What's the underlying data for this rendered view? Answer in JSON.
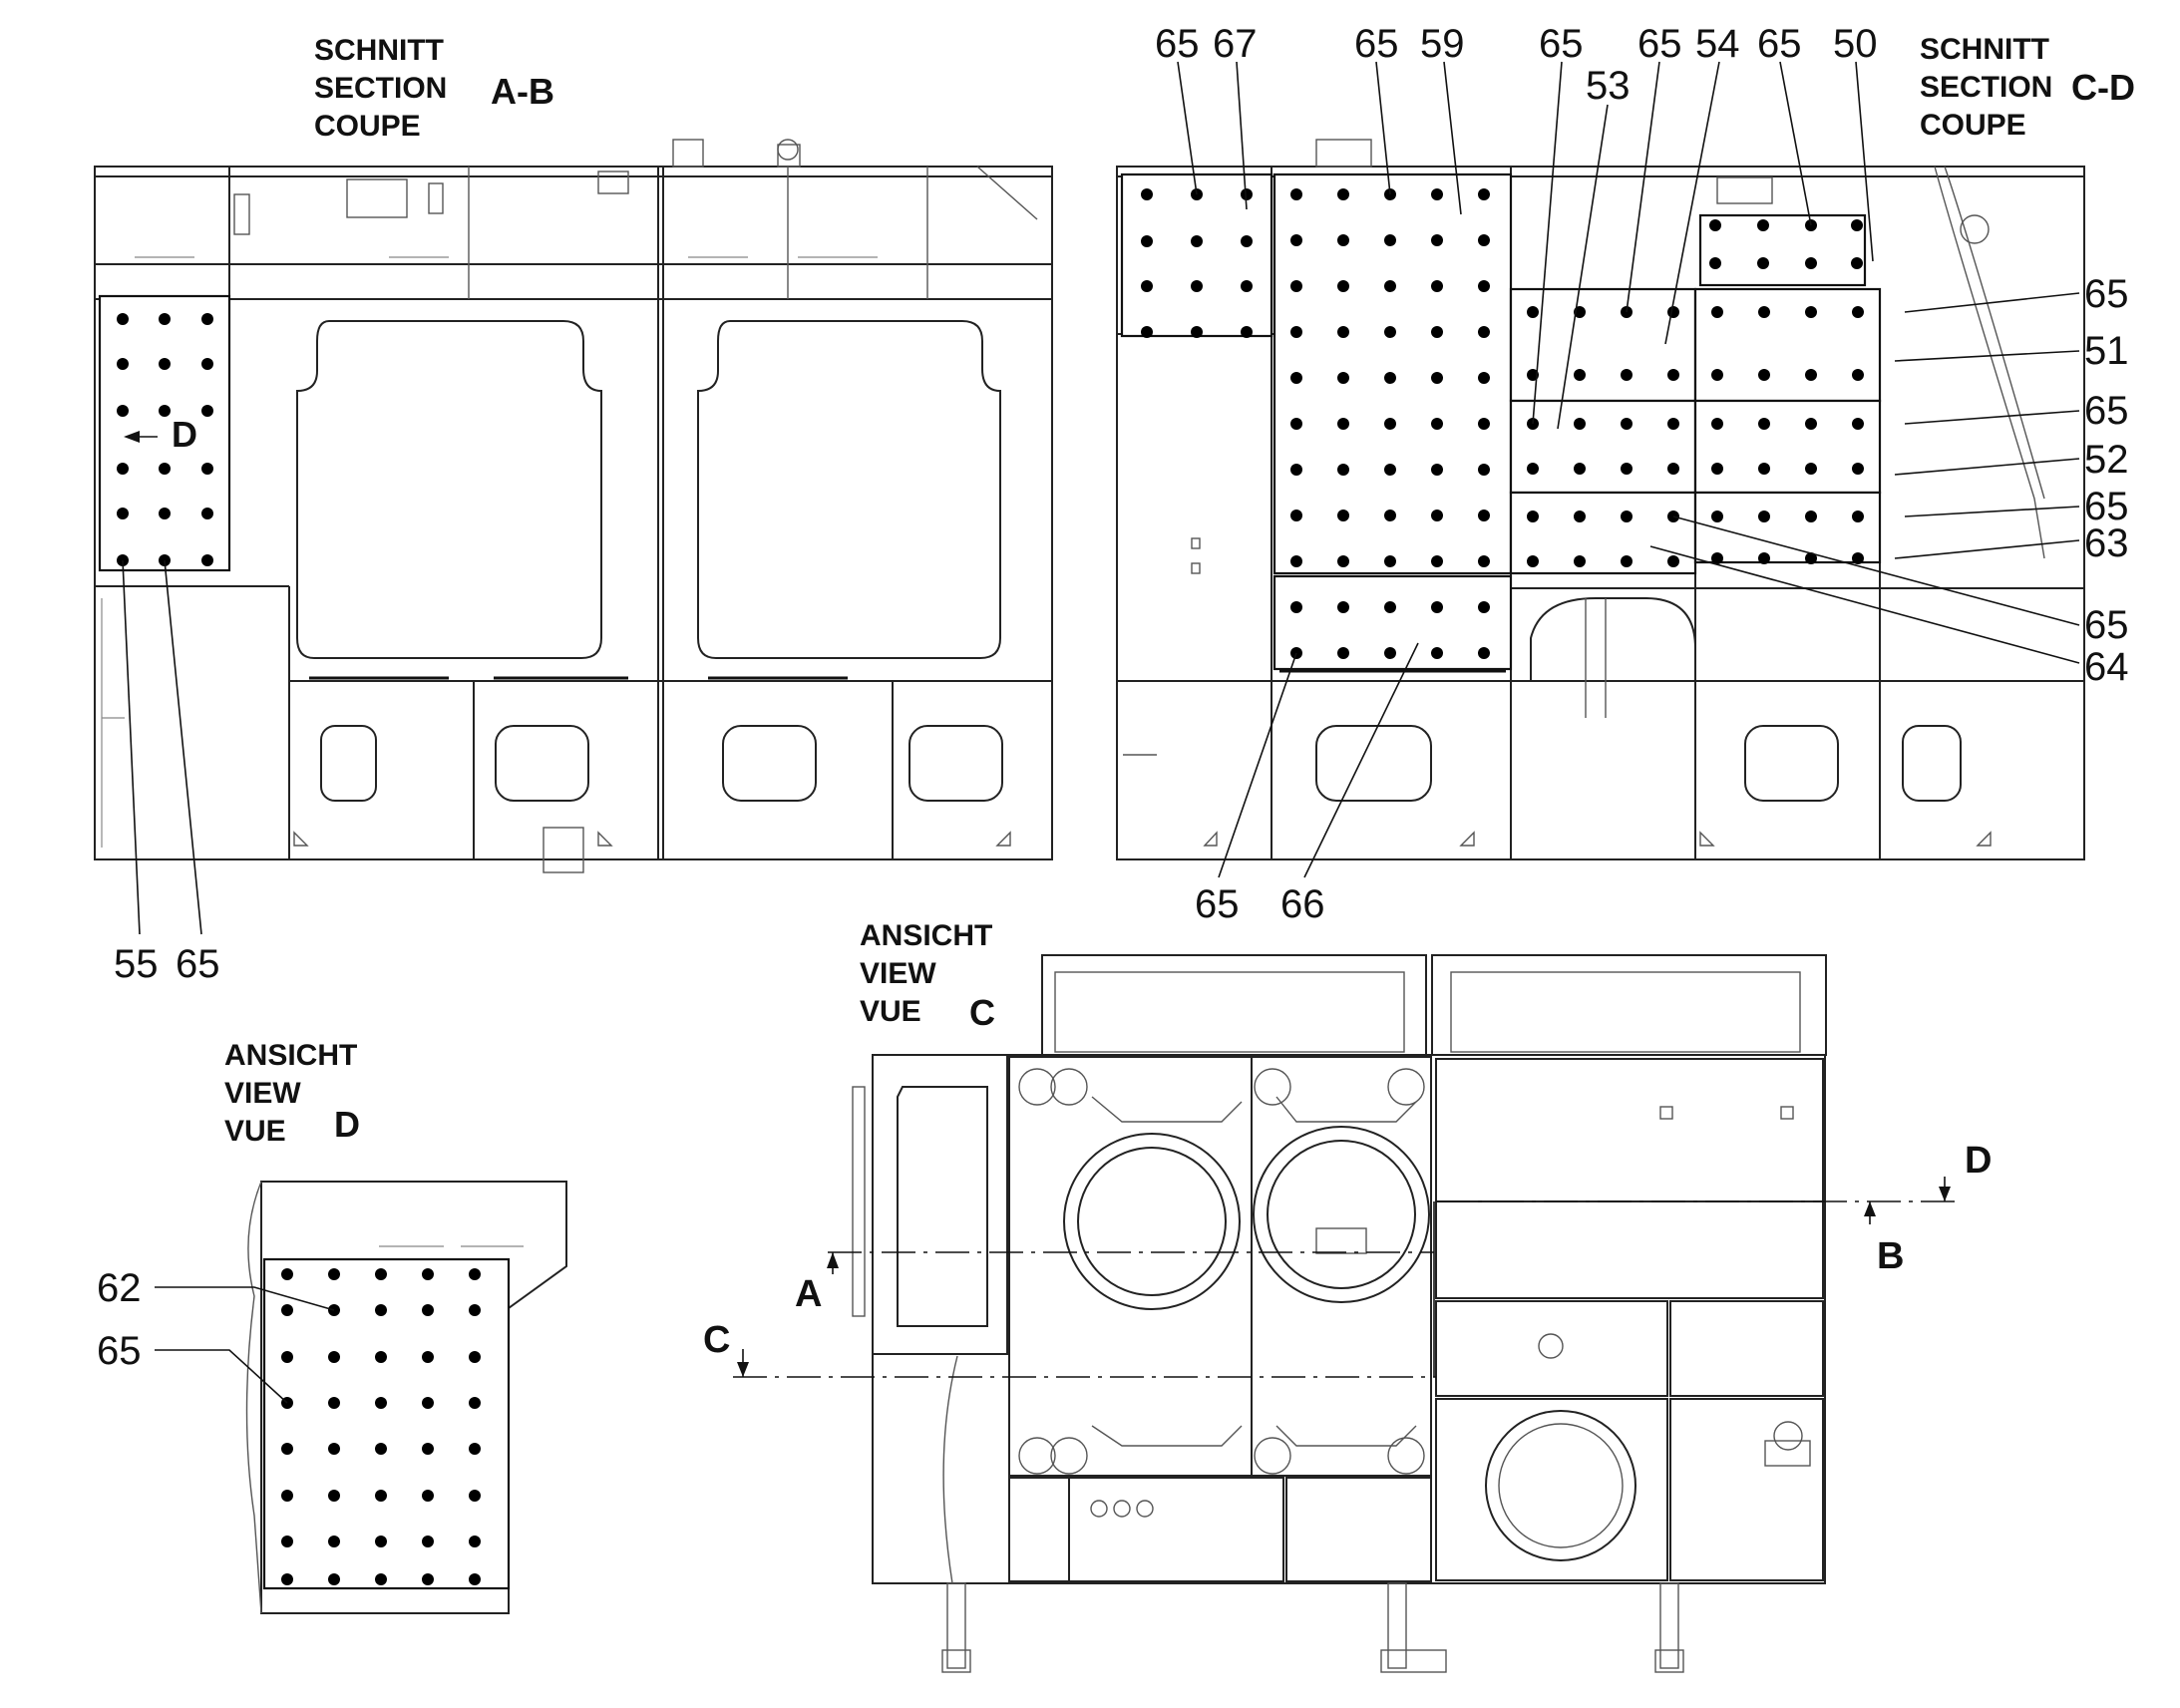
{
  "section_ab": {
    "title_lines": [
      "SCHNITT",
      "SECTION",
      "COUPE"
    ],
    "designation": "A-B",
    "view_marker": "D"
  },
  "section_cd": {
    "title_lines": [
      "SCHNITT",
      "SECTION",
      "COUPE"
    ],
    "designation": "C-D"
  },
  "view_c": {
    "title_lines": [
      "ANSICHT",
      "VIEW",
      "VUE"
    ],
    "designation": "C"
  },
  "view_d": {
    "title_lines": [
      "ANSICHT",
      "VIEW",
      "VUE"
    ],
    "designation": "D"
  },
  "cut_markers": {
    "a": "A",
    "b": "B",
    "c": "C",
    "d": "D"
  },
  "callouts": {
    "ab": [
      "55",
      "65"
    ],
    "cd_top": [
      "65",
      "67",
      "65",
      "59",
      "65",
      "53",
      "65",
      "54",
      "65",
      "50"
    ],
    "cd_right": [
      "65",
      "51",
      "65",
      "52",
      "65",
      "63",
      "65",
      "64"
    ],
    "cd_bottom": [
      "65",
      "66"
    ],
    "d": [
      "62",
      "65"
    ]
  },
  "colors": {
    "line": "#222222",
    "background": "#ffffff"
  }
}
